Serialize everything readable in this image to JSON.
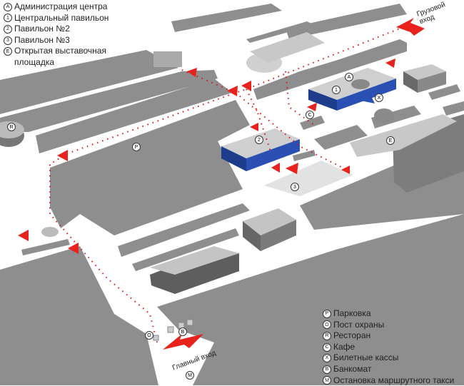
{
  "legend_top": [
    {
      "mark": "A",
      "label": "Администрация центра"
    },
    {
      "mark": "1",
      "label": "Центральный павильон"
    },
    {
      "mark": "2",
      "label": "Павильон №2"
    },
    {
      "mark": "3",
      "label": "Павильон №3"
    },
    {
      "mark": "E",
      "label": "Открытая выставочная площадка"
    }
  ],
  "legend_bottom": [
    {
      "mark": "P",
      "label": "Парковка"
    },
    {
      "mark": "O",
      "label": "Пост охраны"
    },
    {
      "mark": "R",
      "label": "Ресторан"
    },
    {
      "mark": "C",
      "label": "Кафе"
    },
    {
      "mark": "X",
      "label": "Билетные кассы"
    },
    {
      "mark": "B",
      "label": "Банкомат"
    },
    {
      "mark": "M",
      "label": "Остановка маршрутного такси"
    }
  ],
  "entrances": {
    "cargo": "Грузовой вход",
    "main": "Главный вход"
  },
  "map_marks": {
    "A": "A",
    "one": "1",
    "two": "2",
    "three": "3",
    "E": "E",
    "P": "P",
    "R": "R",
    "C": "C",
    "X": "X",
    "B": "B",
    "M": "M",
    "O": "O"
  },
  "colors": {
    "block": "#8e8e8e",
    "building": "#b4b4b4",
    "pavilion": "#1e3c8c",
    "arrow": "#e8231e",
    "path": "#d11"
  }
}
